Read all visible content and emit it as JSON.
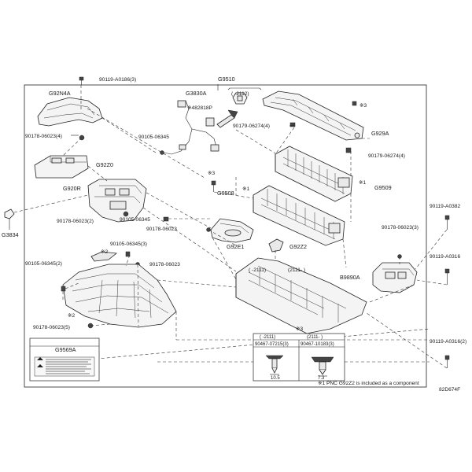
{
  "labels": {
    "p90119_a0186": "90119-A0186(3)",
    "g9510": "G9510",
    "g92n4a": "G92N4A",
    "g3830a": "G3830A",
    "p82818p": "※482818P",
    "range_2112": "( -2112)",
    "mark3_top": "※3",
    "p90105_06345_a": "90105-06345",
    "p90179_06274_a": "90179-06274(4)",
    "g929a": "G929A",
    "p90178_06023_4": "90178-06023(4)",
    "p90179_06274_b": "90179-06274(4)",
    "g92z0": "G92Z0",
    "mark3_mid": "※3",
    "mark1_a": "※1",
    "g9509": "G9509",
    "g920r": "G920R",
    "mark1_b": "※1",
    "g9508": "G9508",
    "p90119_a0382": "90119-A0382",
    "g3834": "G3834",
    "p90105_06345_b": "90105-06345",
    "p90178_06023_2": "90178-06023(2)",
    "p90178_06023_c": "90178-06023",
    "p90178_06023_3": "90178-06023(3)",
    "mark2_a": "※2",
    "p90105_06345_3": "90105-06345(3)",
    "g92e1": "G92E1",
    "g92z2": "G92Z2",
    "p90119_a0316": "90119-A0316",
    "p90105_06345_2": "90105-06345(2)",
    "p90178_06023_d": "90178-06023",
    "range_2111": "( -2111)",
    "range_2111_plus": "(2111- )",
    "b9890a": "B9890A",
    "mark2_b": "※2",
    "p90178_06023_5": "90178-06023(5)",
    "mark3_table": "※3",
    "p90119_a0316_2": "90119-A0316(2)",
    "g9569a": "G9569A",
    "p90467_07215": "90467-07215(3)",
    "p90467_10183": "90467-10183(3)",
    "dim_105": "10.5",
    "dim_73": "7.3",
    "footnote": "※1 PNC G92Z2 is included as a component",
    "diagram_code": "82D674F"
  }
}
